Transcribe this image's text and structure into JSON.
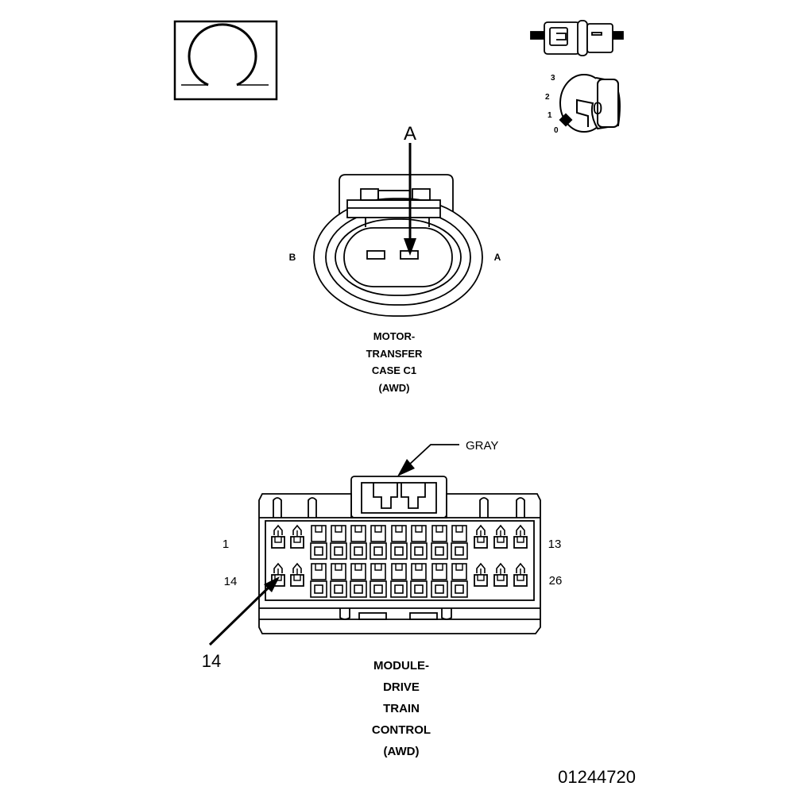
{
  "connector_c1": {
    "pin_a_callout": "A",
    "side_left": "B",
    "side_right": "A",
    "caption": [
      "MOTOR-",
      "TRANSFER",
      "CASE C1",
      "(AWD)"
    ]
  },
  "connector_dtcm": {
    "color_callout": "GRAY",
    "row1_left": "1",
    "row1_right": "13",
    "row2_left": "14",
    "row2_right": "26",
    "pin_callout": "14",
    "caption": [
      "MODULE-",
      "DRIVE",
      "TRAIN",
      "CONTROL",
      "(AWD)"
    ]
  },
  "ignition_switch": {
    "positions": [
      "3",
      "2",
      "1",
      "0"
    ],
    "key_label": "0"
  },
  "ohmmeter_symbol": "ohm-icon",
  "figure_number": "01244720"
}
